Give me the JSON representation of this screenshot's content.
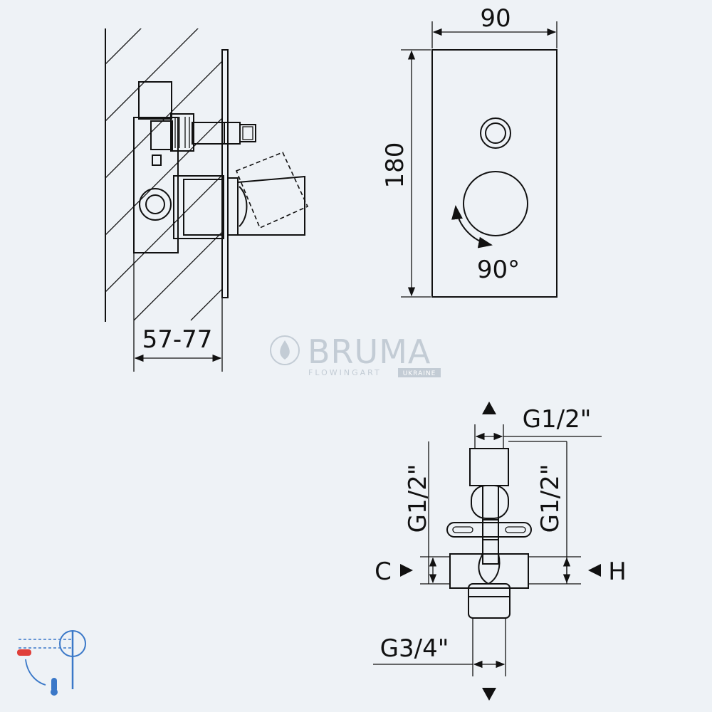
{
  "brand": {
    "name": "BRUMA",
    "tagline": "FLOWINGART",
    "region": "UKRAINE"
  },
  "side_view": {
    "depth_label": "57-77"
  },
  "front_view": {
    "width_label": "90",
    "height_label": "180",
    "rotation_label": "90°"
  },
  "valve_body": {
    "top_thread_label": "G1/2\"",
    "left_thread_label": "G1/2\"",
    "right_thread_label": "G1/2\"",
    "cold_inlet_label": "C",
    "hot_inlet_label": "H",
    "bottom_thread_label": "G3/4\""
  },
  "colors": {
    "background": "#eef2f6",
    "line": "#111111",
    "watermark": "#c3ccd5",
    "hot_indicator": "#e0403a",
    "cold_indicator": "#3a78c8"
  },
  "icons": [
    "water-drop-icon",
    "temperature-lever-icon"
  ]
}
